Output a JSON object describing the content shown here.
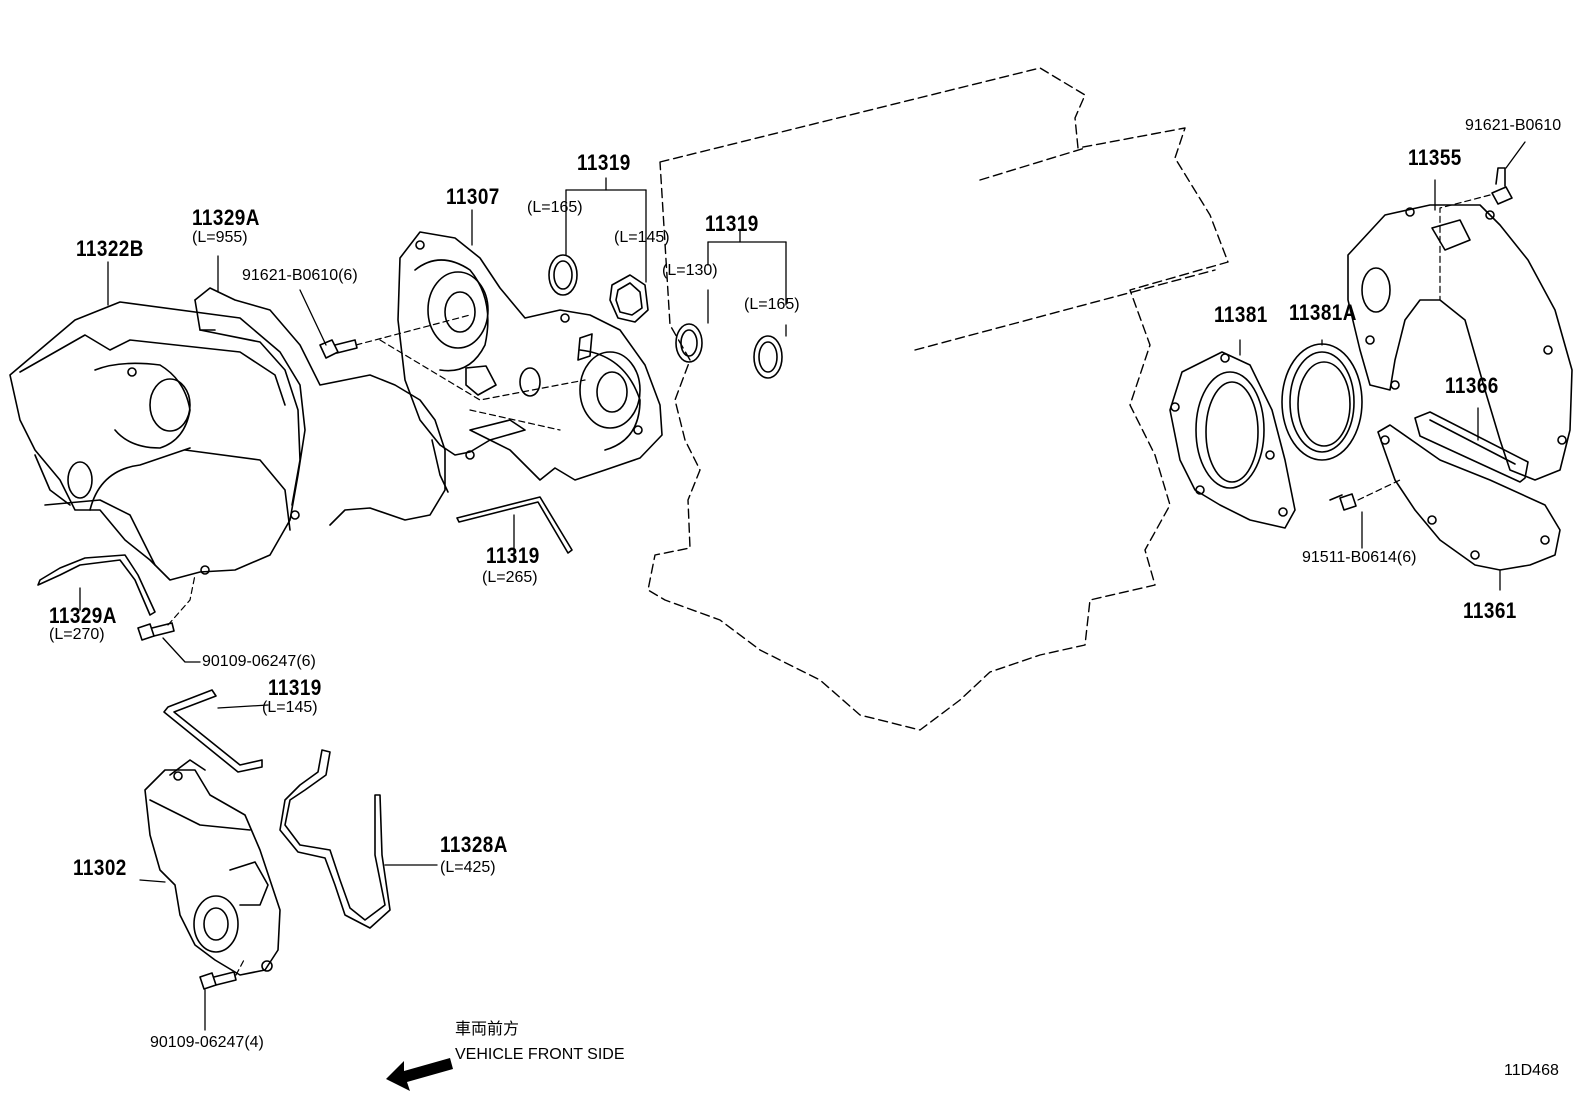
{
  "diagram_id": "11D468",
  "parts": {
    "p11322B": "11322B",
    "p11329A_top": "11329A",
    "p11329A_top_len": "(L=955)",
    "p91621_left": "91621-B0610(6)",
    "p11307": "11307",
    "p11319_a": "11319",
    "p11319_a_len1": "(L=165)",
    "p11319_a_len2": "(L=145)",
    "p11319_b": "11319",
    "p11319_b_len1": "(L=130)",
    "p11319_b_len2": "(L=165)",
    "p11319_c": "11319",
    "p11319_c_len": "(L=265)",
    "p11329A_bot": "11329A",
    "p11329A_bot_len": "(L=270)",
    "p90109_6": "90109-06247(6)",
    "p11319_d": "11319",
    "p11319_d_len": "(L=145)",
    "p11302": "11302",
    "p11328A": "11328A",
    "p11328A_len": "(L=425)",
    "p90109_4": "90109-06247(4)",
    "p91621_right": "91621-B0610",
    "p11355": "11355",
    "p11381": "11381",
    "p11381A": "11381A",
    "p11366": "11366",
    "p91511": "91511-B0614(6)",
    "p11361": "11361"
  },
  "legend": {
    "jp": "車両前方",
    "en": "VEHICLE FRONT SIDE"
  },
  "colors": {
    "line": "#000000",
    "background": "#ffffff"
  }
}
